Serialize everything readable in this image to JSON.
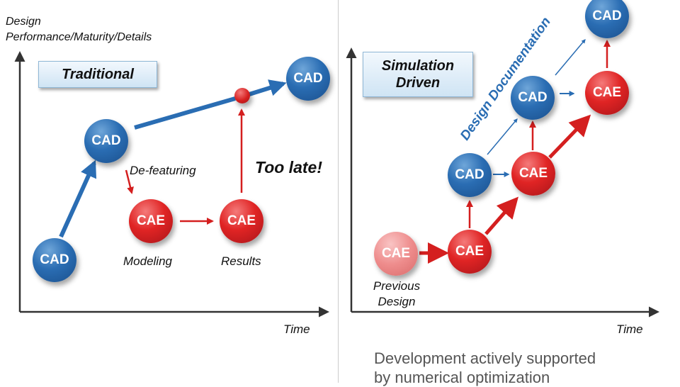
{
  "left_panel": {
    "y_axis_label_line1": "Design",
    "y_axis_label_line2": "Performance/Maturity/Details",
    "x_axis_label": "Time",
    "title_box": "Traditional",
    "nodes": {
      "cad_start": "CAD",
      "cad_mid": "CAD",
      "cad_end": "CAD",
      "cae_modeling": "CAE",
      "cae_results": "CAE"
    },
    "captions": {
      "defeaturing": "De-featuring",
      "modeling": "Modeling",
      "results": "Results"
    },
    "too_late": "Too late!"
  },
  "right_panel": {
    "x_axis_label": "Time",
    "title_box_line1": "Simulation",
    "title_box_line2": "Driven",
    "design_documentation": "Design Documentation",
    "nodes": {
      "cae_previous": "CAE",
      "cae_1": "CAE",
      "cad_1": "CAD",
      "cae_2": "CAE",
      "cad_2": "CAD",
      "cae_3": "CAE",
      "cad_3": "CAD"
    },
    "captions": {
      "previous_line1": "Previous",
      "previous_line2": "Design"
    }
  },
  "footer": {
    "line1": "Development actively supported",
    "line2": "by numerical optimization"
  },
  "colors": {
    "cad_blue": "#2a6db3",
    "cae_red": "#e02424",
    "cae_faded": "#ee8c8c",
    "label_box": "#cfe4f4"
  }
}
